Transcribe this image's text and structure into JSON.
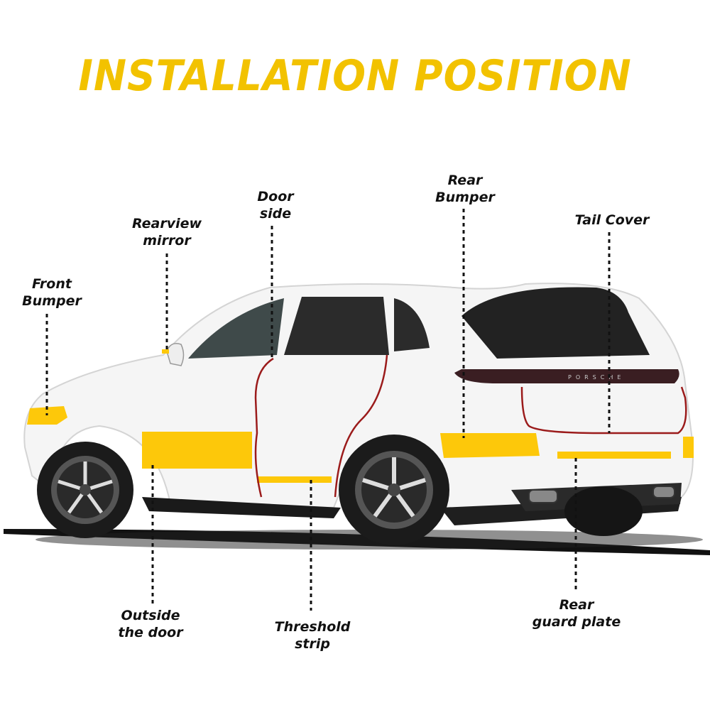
{
  "title": {
    "text": "INSTALLATION POSITION",
    "color": "#f2c200"
  },
  "colors": {
    "accent_yellow": "#fdc80a",
    "door_edge_red": "#9b1b1b",
    "leader": "#111111",
    "car_body": "#f4f4f4",
    "glass": "#2b2b2b"
  },
  "callouts": [
    {
      "id": "front-bumper",
      "line1": "Front",
      "line2": "Bumper",
      "position": "top"
    },
    {
      "id": "rearview-mirror",
      "line1": "Rearview",
      "line2": "mirror",
      "position": "top"
    },
    {
      "id": "door-side",
      "line1": "Door",
      "line2": "side",
      "position": "top"
    },
    {
      "id": "rear-bumper",
      "line1": "Rear",
      "line2": "Bumper",
      "position": "top"
    },
    {
      "id": "tail-cover",
      "line1": "Tail Cover",
      "line2": "",
      "position": "top"
    },
    {
      "id": "outside-the-door",
      "line1": "Outside",
      "line2": "the door",
      "position": "bottom"
    },
    {
      "id": "threshold-strip",
      "line1": "Threshold",
      "line2": "strip",
      "position": "bottom"
    },
    {
      "id": "rear-guard-plate",
      "line1": "Rear",
      "line2": "guard plate",
      "position": "bottom"
    }
  ],
  "car": {
    "rear_badge": "PORSCHE"
  }
}
